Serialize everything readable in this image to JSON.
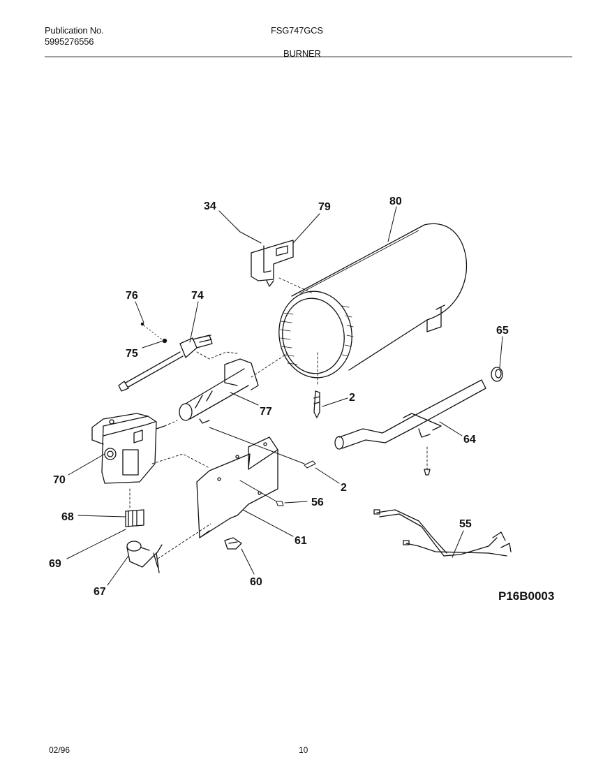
{
  "header": {
    "publication_label": "Publication No.",
    "publication_number": "5995276556",
    "model": "FSG747GCS",
    "section": "BURNER"
  },
  "parts": {
    "p34": "34",
    "p79": "79",
    "p80": "80",
    "p76": "76",
    "p74": "74",
    "p75": "75",
    "p65": "65",
    "p2a": "2",
    "p77": "77",
    "p64": "64",
    "p70": "70",
    "p2b": "2",
    "p56": "56",
    "p68": "68",
    "p55": "55",
    "p61": "61",
    "p69": "69",
    "p67": "67",
    "p60": "60"
  },
  "diagram_code": "P16B0003",
  "footer": {
    "date": "02/96",
    "page": "10"
  }
}
